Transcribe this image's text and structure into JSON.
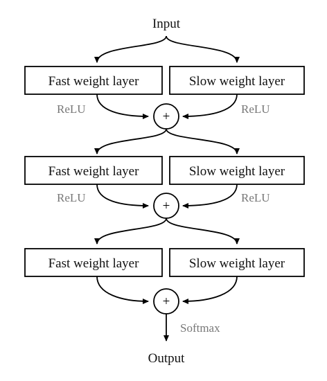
{
  "diagram": {
    "input_label": "Input",
    "output_label": "Output",
    "plus_symbol": "+",
    "blocks": [
      {
        "fast_label": "Fast weight layer",
        "slow_label": "Slow weight layer",
        "left_activation": "ReLU",
        "right_activation": "ReLU"
      },
      {
        "fast_label": "Fast weight layer",
        "slow_label": "Slow weight layer",
        "left_activation": "ReLU",
        "right_activation": "ReLU"
      },
      {
        "fast_label": "Fast weight layer",
        "slow_label": "Slow weight layer",
        "final_activation": "Softmax"
      }
    ]
  }
}
